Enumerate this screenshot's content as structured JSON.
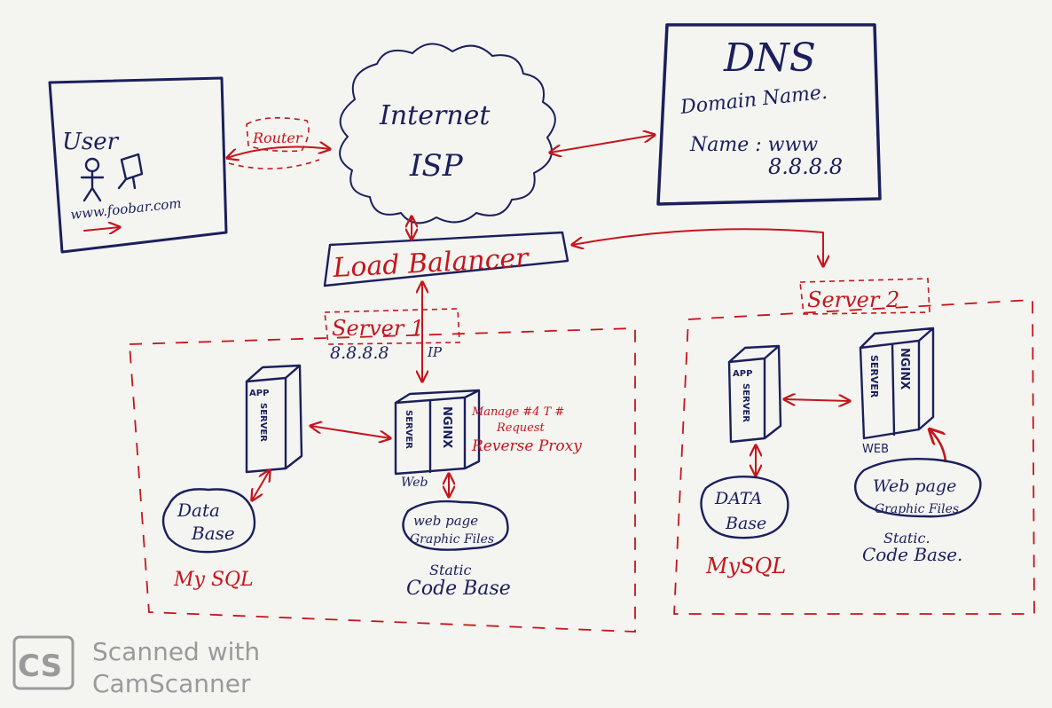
{
  "user_box": {
    "title": "User",
    "url": "www.foobar.com"
  },
  "router": {
    "label": "Router"
  },
  "internet": {
    "line1": "Internet",
    "line2": "ISP"
  },
  "dns": {
    "title": "DNS",
    "subtitle": "Domain Name.",
    "name_line": "Name : www",
    "ip": "8.8.8.8"
  },
  "load_balancer": {
    "label": "Load Balancer"
  },
  "server1": {
    "label": "Server 1",
    "ip": "8.8.8.8",
    "ip_tag": "IP",
    "app_server": {
      "top": "APP",
      "vertical": "SERVER"
    },
    "web_server": {
      "left": "SERVER",
      "right": "NGINX",
      "caption": "Web"
    },
    "nginx_note": {
      "line1": "Manage #4 T #",
      "line2": "Request",
      "line3": "Reverse Proxy"
    },
    "database": {
      "line1": "Data",
      "line2": "Base",
      "engine": "My SQL"
    },
    "static_files": {
      "line1": "web page",
      "line2": "Graphic Files",
      "caption1": "Static",
      "caption2": "Code Base"
    }
  },
  "server2": {
    "label": "Server 2",
    "app_server": {
      "top": "APP",
      "vertical": "SERVER"
    },
    "web_server": {
      "left": "SERVER",
      "right": "NGINX",
      "caption": "WEB"
    },
    "database": {
      "line1": "DATA",
      "line2": "Base",
      "engine": "MySQL"
    },
    "static_files": {
      "line1": "Web page",
      "line2": "Graphic Files",
      "caption1": "Static.",
      "caption2": "Code Base."
    }
  },
  "watermark": {
    "logo": "CS",
    "line1": "Scanned with",
    "line2": "CamScanner"
  },
  "colors": {
    "ink_blue": "#1b1f5c",
    "ink_red": "#c4161c",
    "paper": "#f4f4f1"
  }
}
